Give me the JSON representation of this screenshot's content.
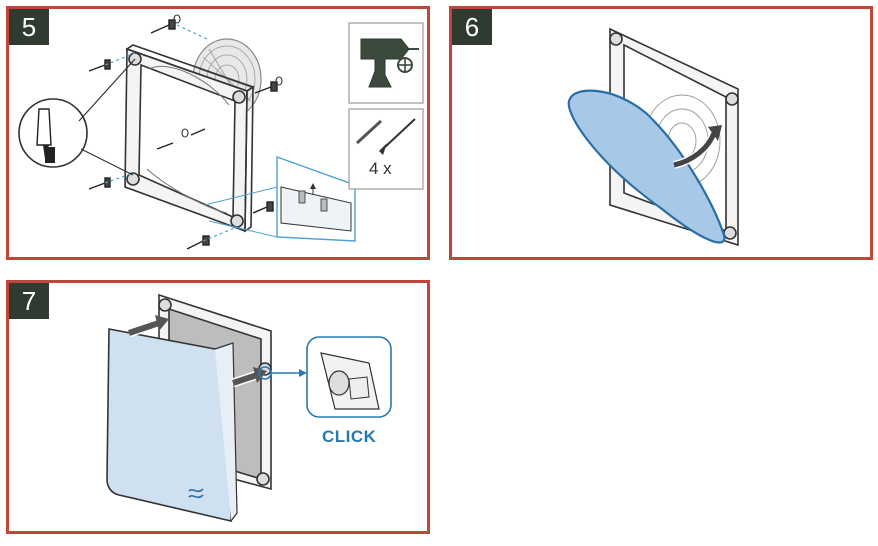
{
  "steps": [
    {
      "number": "5",
      "quantity": "4 x"
    },
    {
      "number": "6"
    },
    {
      "number": "7",
      "click_label": "CLICK"
    }
  ],
  "colors": {
    "panel_border": "#c0453b",
    "badge_bg": "#2f3a30",
    "cover_blue": "#a7c8e6",
    "accent_blue": "#2a78b0"
  },
  "icons": [
    "drill-icon",
    "screw-wallplug-icon",
    "screwdriver-detail-icon",
    "arrow-icon",
    "brand-logo-icon"
  ]
}
